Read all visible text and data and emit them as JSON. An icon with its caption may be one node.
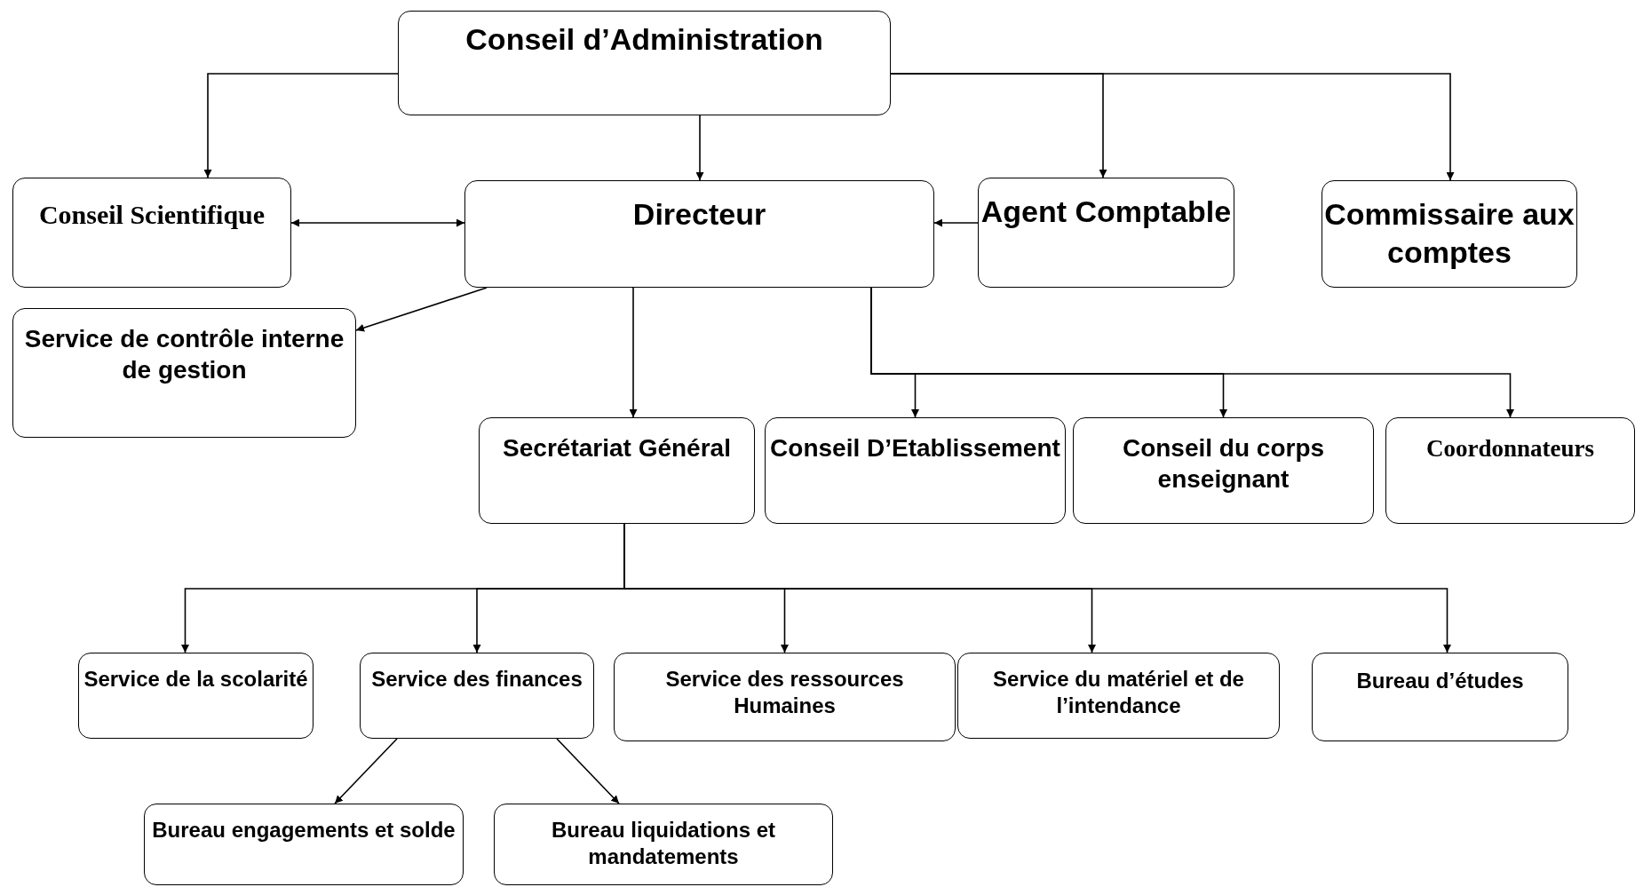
{
  "diagram": {
    "nodes": [
      {
        "text": [
          "Conseil d’Administration"
        ]
      },
      {
        "text": [
          "Conseil Scientifique"
        ]
      },
      {
        "text": [
          "Directeur"
        ]
      },
      {
        "text": [
          "Agent Comptable"
        ]
      },
      {
        "text": [
          "Commissaire aux comptes"
        ]
      },
      {
        "text": [
          "Service de contrôle interne  de gestion"
        ]
      },
      {
        "text": [
          "Secrétariat Général"
        ]
      },
      {
        "text": [
          "Conseil D’Etablissement"
        ]
      },
      {
        "text": [
          "Conseil du corps enseignant"
        ]
      },
      {
        "text": [
          "Coordonnateurs"
        ]
      },
      {
        "text": [
          "Service de la scolarité"
        ]
      },
      {
        "text": [
          "Service des finances"
        ]
      },
      {
        "text": [
          "Service des ressources Humaines"
        ]
      },
      {
        "text": [
          "Service du matériel et de l’intendance"
        ]
      },
      {
        "text": [
          "Bureau d’études"
        ]
      },
      {
        "text": [
          "Bureau engagements et solde"
        ]
      },
      {
        "text": [
          "Bureau liquidations  et mandatements"
        ]
      }
    ],
    "edges": [
      {
        "from": 0,
        "to": 1,
        "arrow": "to"
      },
      {
        "from": 0,
        "to": 2,
        "arrow": "to"
      },
      {
        "from": 0,
        "to": 3,
        "arrow": "to"
      },
      {
        "from": 0,
        "to": 4,
        "arrow": "to"
      },
      {
        "from": 1,
        "to": 2,
        "arrow": "both"
      },
      {
        "from": 3,
        "to": 2,
        "arrow": "to"
      },
      {
        "from": 2,
        "to": 5,
        "arrow": "to"
      },
      {
        "from": 2,
        "to": 6,
        "arrow": "to"
      },
      {
        "from": 2,
        "to": 7,
        "arrow": "to"
      },
      {
        "from": 2,
        "to": 8,
        "arrow": "to"
      },
      {
        "from": 2,
        "to": 9,
        "arrow": "to"
      },
      {
        "from": 6,
        "to": 10,
        "arrow": "to"
      },
      {
        "from": 6,
        "to": 11,
        "arrow": "to"
      },
      {
        "from": 6,
        "to": 12,
        "arrow": "to"
      },
      {
        "from": 6,
        "to": 13,
        "arrow": "to"
      },
      {
        "from": 6,
        "to": 14,
        "arrow": "to"
      },
      {
        "from": 11,
        "to": 15,
        "arrow": "to"
      },
      {
        "from": 11,
        "to": 16,
        "arrow": "to"
      }
    ]
  }
}
